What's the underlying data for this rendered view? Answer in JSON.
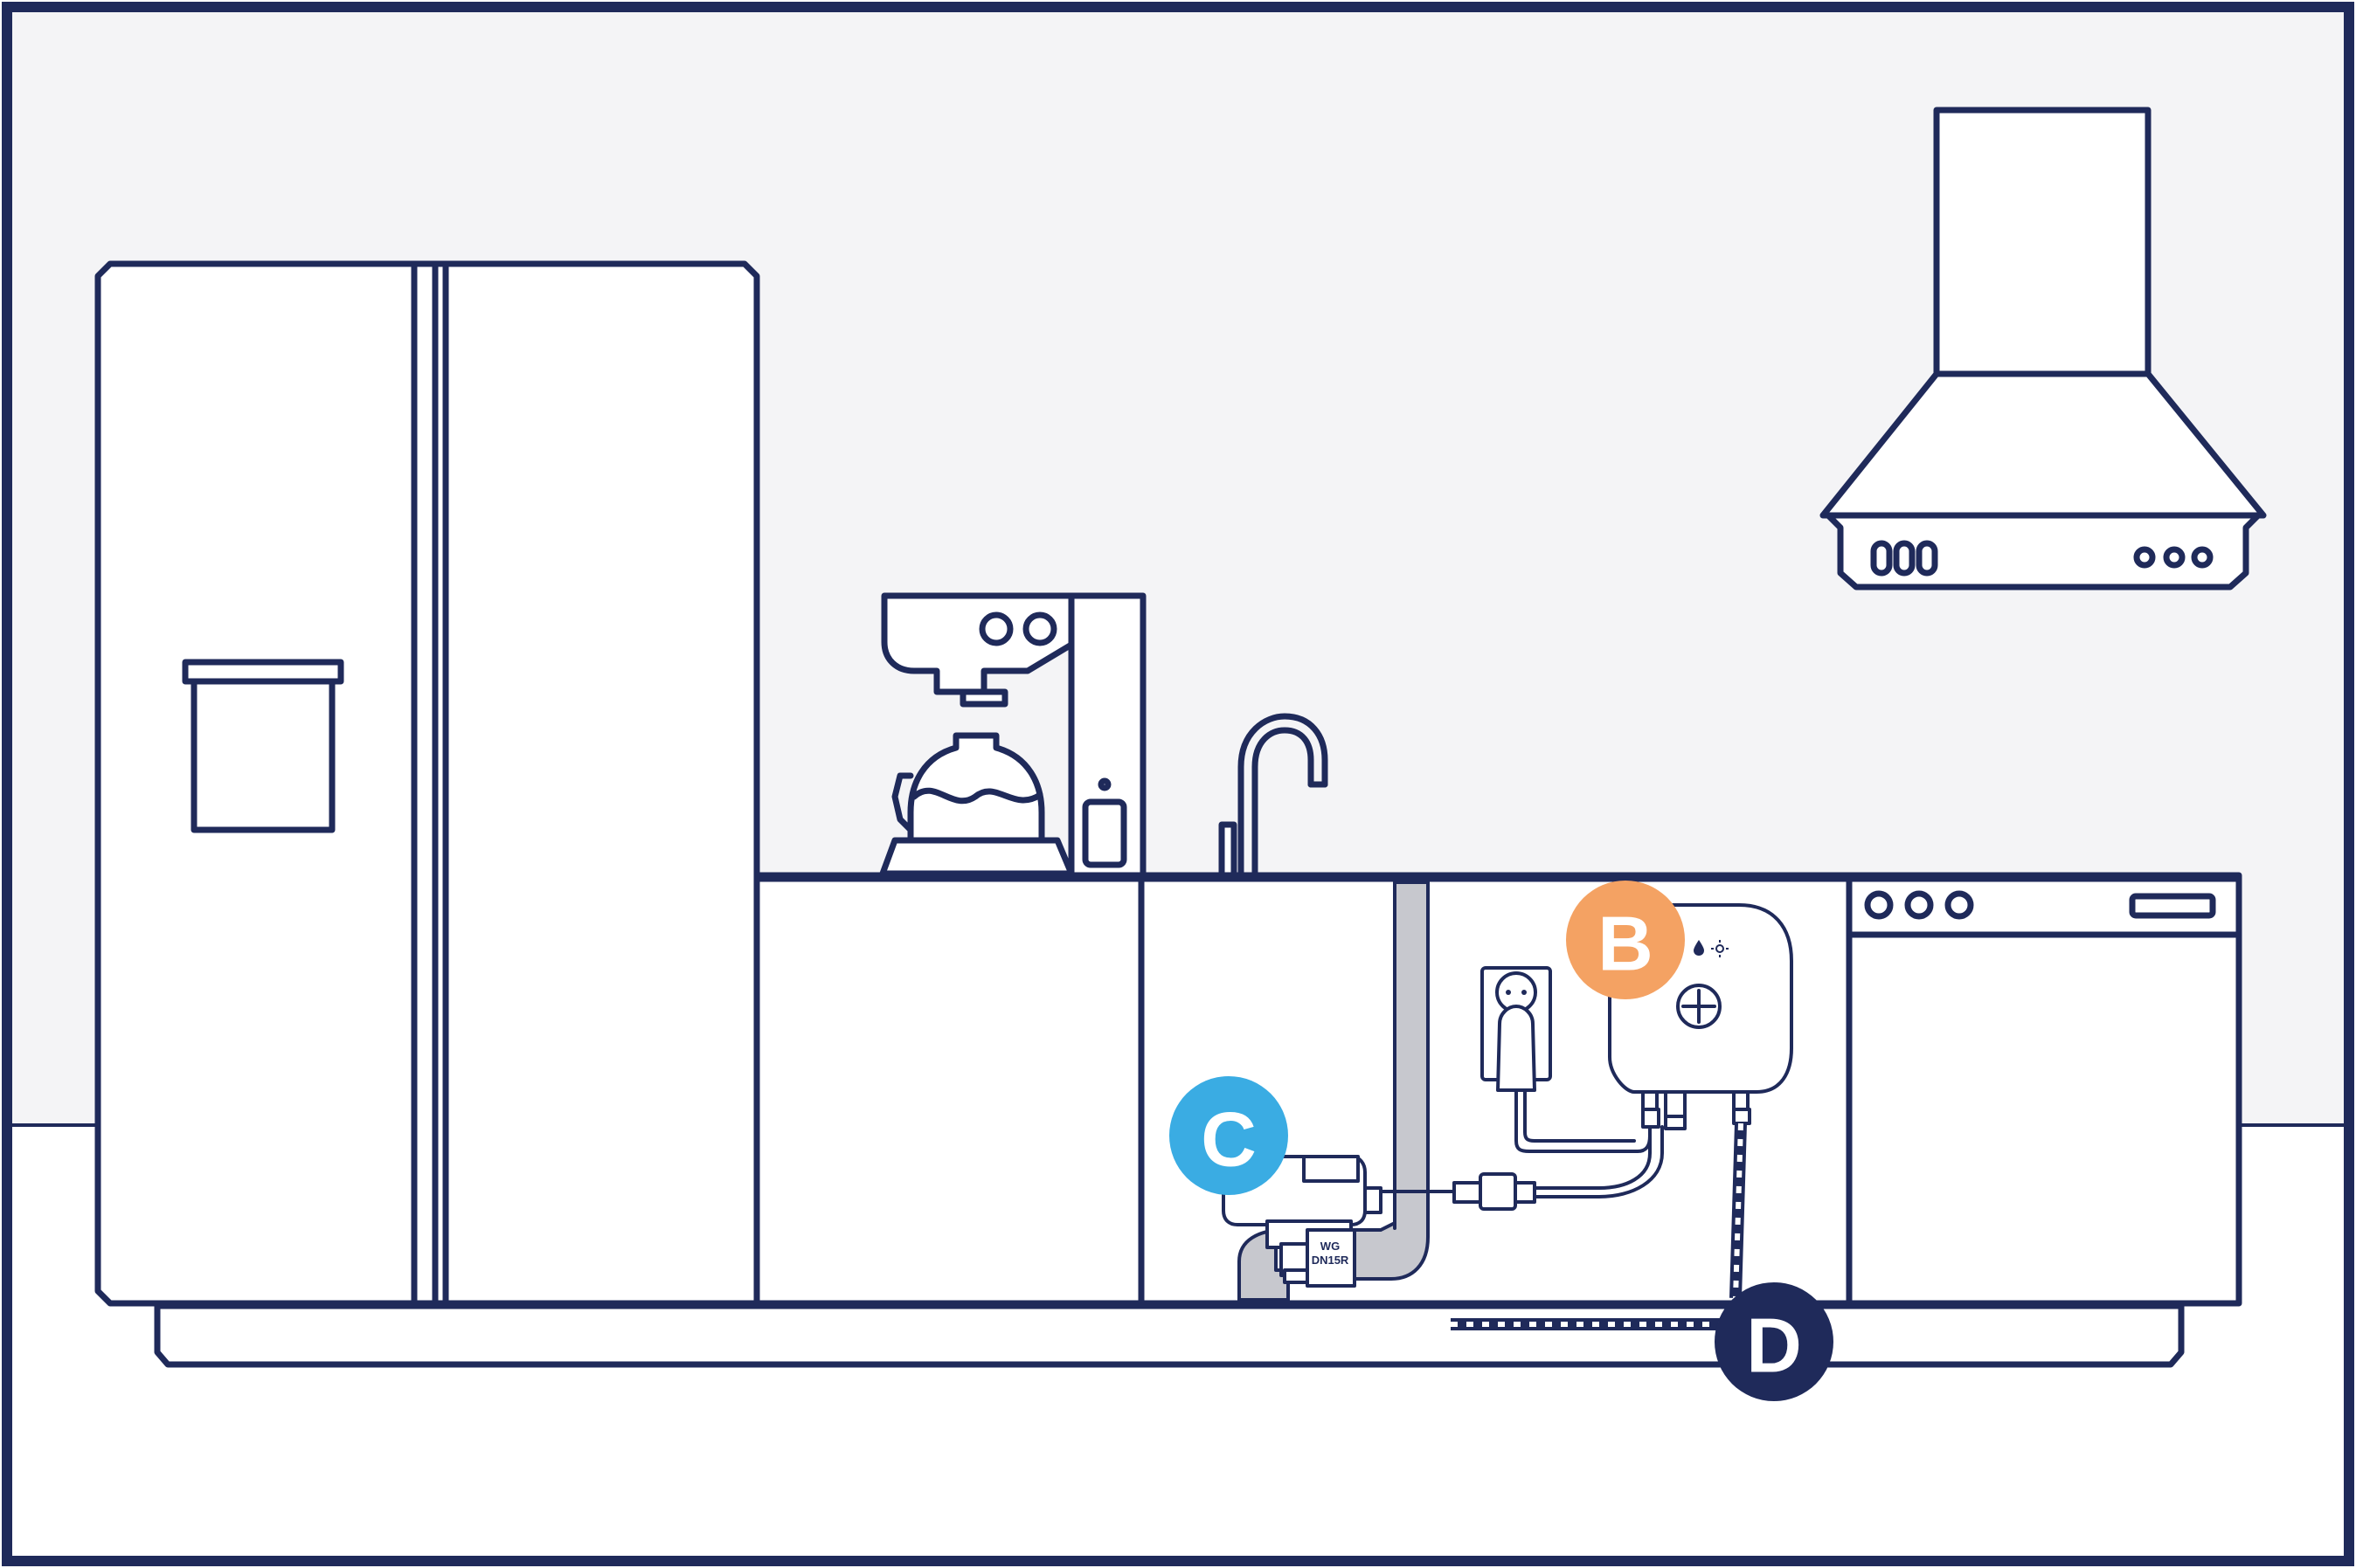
{
  "colors": {
    "outline": "#1f2a5a",
    "wall": "#f4f4f6",
    "floor": "#ffffff",
    "pipe": "#c7c8ce",
    "marker_b": "#f4a263",
    "marker_c": "#3aace3",
    "marker_d": "#1f2a5a",
    "marker_text": "#ffffff"
  },
  "markers": {
    "b": {
      "label": "B"
    },
    "c": {
      "label": "C"
    },
    "d": {
      "label": "D"
    }
  },
  "valve": {
    "line1": "WG",
    "line2": "DN15R"
  },
  "icons": {
    "hub": "cross-icon",
    "hub_status": "water-drop-icon",
    "hub_status2": "sun-icon"
  }
}
